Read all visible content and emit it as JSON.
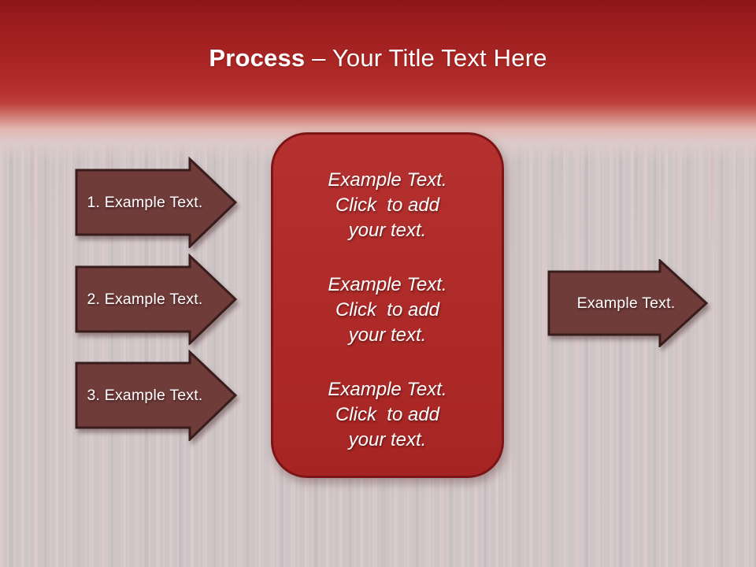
{
  "title": {
    "bold": "Process",
    "rest": " – Your Title Text Here"
  },
  "left_arrows": [
    {
      "label": "1. Example Text."
    },
    {
      "label": "2. Example Text."
    },
    {
      "label": "3. Example Text."
    }
  ],
  "center_box": {
    "blocks": [
      {
        "lines": [
          "Example Text.",
          "Click  to add",
          "your text."
        ]
      },
      {
        "lines": [
          "Example Text.",
          "Click  to add",
          "your text."
        ]
      },
      {
        "lines": [
          "Example Text.",
          "Click  to add",
          "your text."
        ]
      }
    ]
  },
  "right_arrow": {
    "label": "Example Text."
  },
  "colors": {
    "header-top": "#8c1618",
    "header-red": "#b42f2e",
    "bg": "#cfc5c7",
    "arrow-fill": "#6f3c3a",
    "arrow-border": "#381d1c",
    "box-fill-top": "#b53130",
    "box-fill-bottom": "#a62524",
    "box-border": "#7c1516",
    "text": "#ffffff"
  }
}
